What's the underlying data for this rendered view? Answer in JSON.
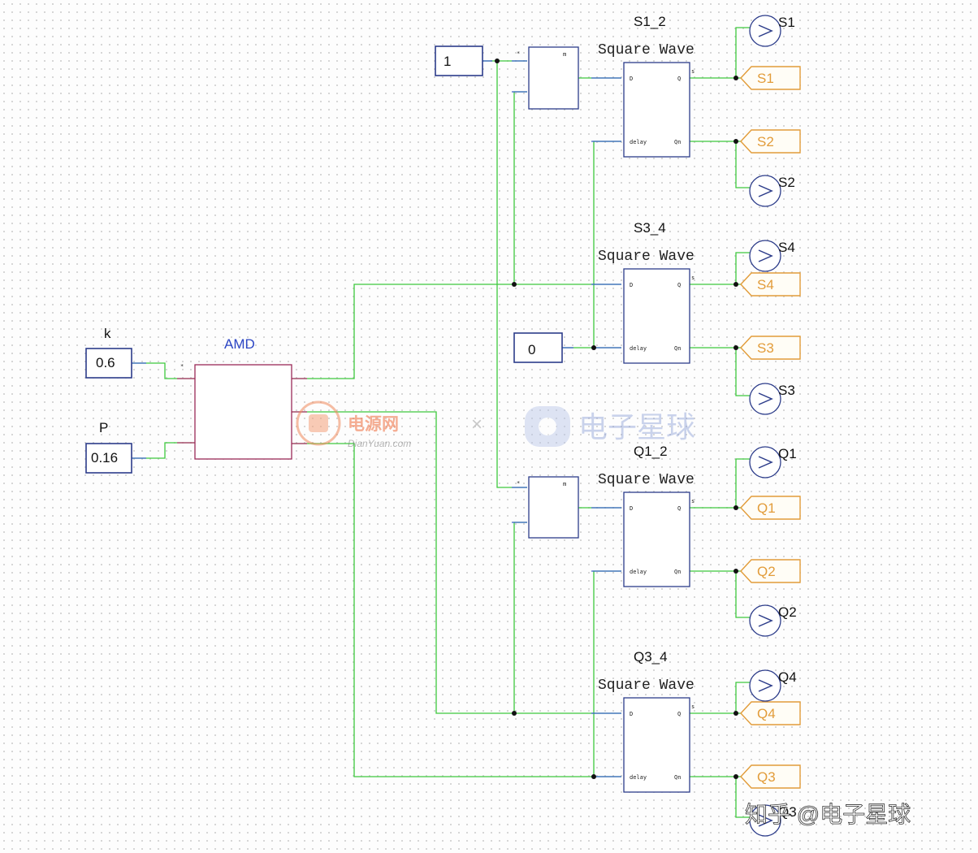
{
  "inputs": {
    "k": {
      "label": "k",
      "value": "0.6"
    },
    "p": {
      "label": "P",
      "value": "0.16"
    }
  },
  "amd": {
    "label": "AMD"
  },
  "constants": {
    "one": "1",
    "zero": "0"
  },
  "multipliers": {
    "pin": "m",
    "sign": "*"
  },
  "blocks": [
    {
      "name": "S1_2",
      "title": "Square Wave",
      "out_q": "S1",
      "out_qn": "S2",
      "meter_q": "S1",
      "meter_qn": "S2"
    },
    {
      "name": "S3_4",
      "title": "Square Wave",
      "out_q": "S4",
      "out_qn": "S3",
      "meter_q": "S4",
      "meter_qn": "S3"
    },
    {
      "name": "Q1_2",
      "title": "Square Wave",
      "out_q": "Q1",
      "out_qn": "Q2",
      "meter_q": "Q1",
      "meter_qn": "Q2"
    },
    {
      "name": "Q3_4",
      "title": "Square Wave",
      "out_q": "Q4",
      "out_qn": "Q3",
      "meter_q": "Q4",
      "meter_qn": "Q3"
    }
  ],
  "pins": {
    "d": "D",
    "q": "Q",
    "delay": "delay",
    "qn": "Qn",
    "s": "s"
  },
  "watermarks": {
    "dianyuan_cn": "电源网",
    "dianyuan_en": "DianYuan.com",
    "separator": "×",
    "dzxq": "电子星球",
    "zhihu": "知乎 @电子星球"
  },
  "colors": {
    "wire": "#3ec93e",
    "block_border": "#2c3c8a",
    "amd_border": "#9a2a58",
    "output_tag": "#e29c3a",
    "amd_label": "#2b45c4"
  }
}
